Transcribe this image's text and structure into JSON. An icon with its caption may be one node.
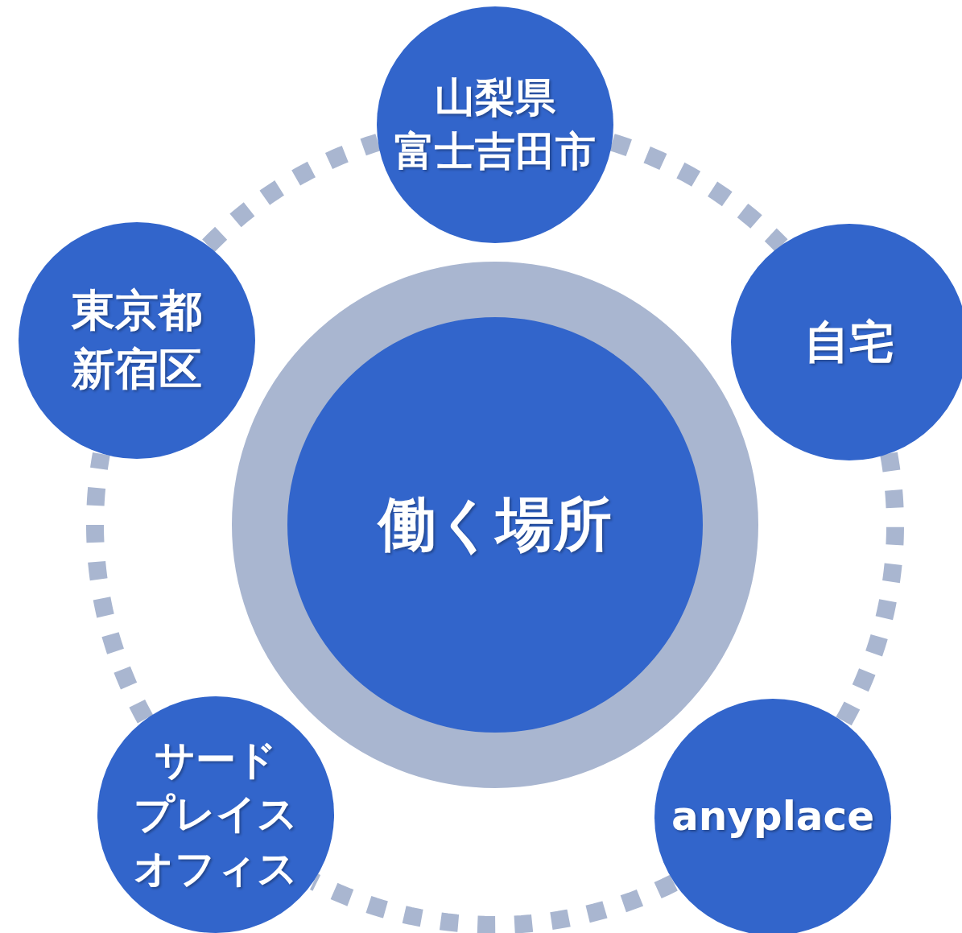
{
  "diagram": {
    "nodes": [
      {
        "text": [
          "山梨県",
          "富士吉田市"
        ]
      },
      {
        "text": [
          "東京都",
          "新宿区"
        ]
      },
      {
        "text": [
          "自宅"
        ]
      },
      {
        "text": [
          "働く場所"
        ]
      },
      {
        "text": [
          "サード",
          "プレイス",
          "オフィス"
        ]
      },
      {
        "text": [
          "anyplace"
        ]
      }
    ],
    "edges": [
      {
        "from": 0,
        "to": 2,
        "arrow": "none",
        "style": "dashed"
      },
      {
        "from": 2,
        "to": 5,
        "arrow": "none",
        "style": "dashed"
      },
      {
        "from": 5,
        "to": 4,
        "arrow": "none",
        "style": "dashed"
      },
      {
        "from": 4,
        "to": 1,
        "arrow": "none",
        "style": "dashed"
      },
      {
        "from": 1,
        "to": 0,
        "arrow": "none",
        "style": "dashed"
      }
    ]
  }
}
